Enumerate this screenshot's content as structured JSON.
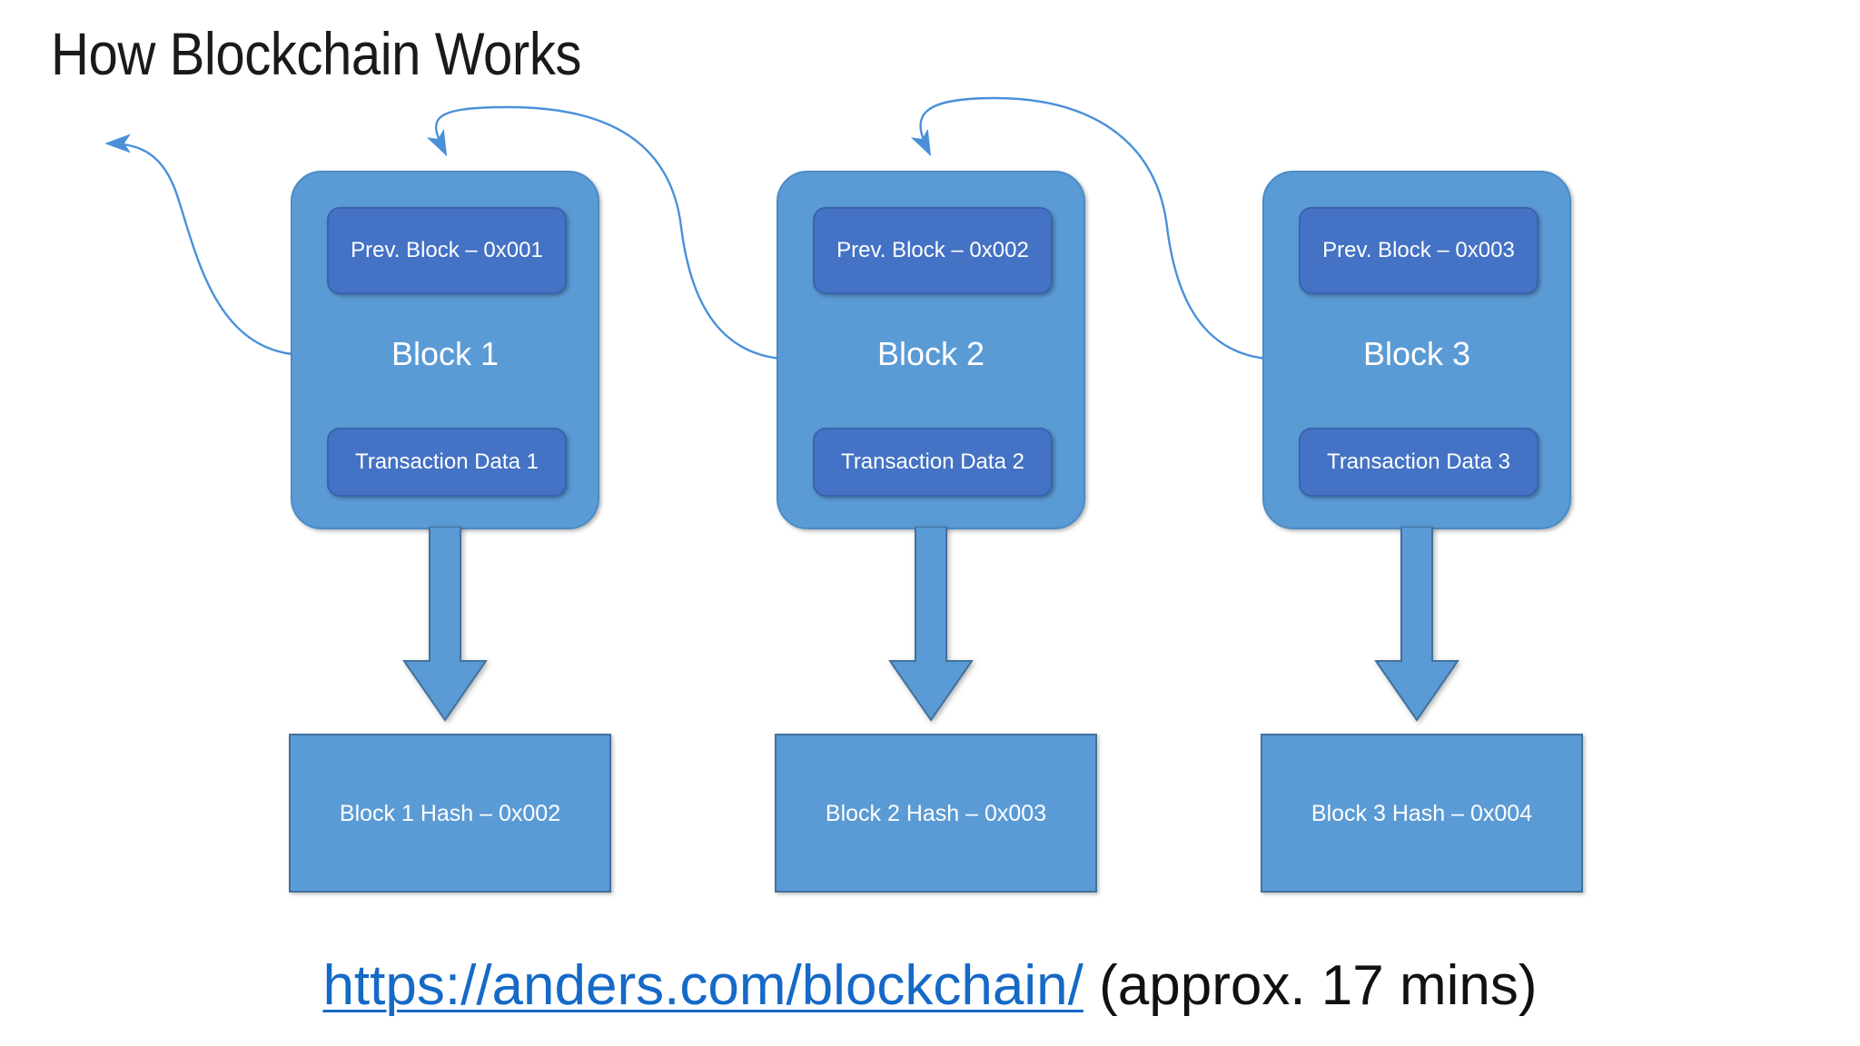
{
  "slide": {
    "title": "How Blockchain Works",
    "background_color": "#FFFFFF"
  },
  "theme": {
    "block_fill": "#5B9BD5",
    "block_border": "#4A8CC7",
    "inner_fill": "#4472C4",
    "inner_border": "#3A63AE",
    "hash_fill": "#5B9BD5",
    "hash_border": "#41719C",
    "arrow_stroke": "#4A90D9",
    "link_color": "#1569C7",
    "text_color": "#111111",
    "block_text_color": "#FFFFFF"
  },
  "blocks": [
    {
      "id": "block-1",
      "prev_label": "Prev. Block – 0x001",
      "title": "Block 1",
      "txn_label": "Transaction  Data 1",
      "hash_label": "Block 1 Hash – 0x002"
    },
    {
      "id": "block-2",
      "prev_label": "Prev. Block – 0x002",
      "title": "Block 2",
      "txn_label": "Transaction Data 2",
      "hash_label": "Block 2 Hash – 0x003"
    },
    {
      "id": "block-3",
      "prev_label": "Prev. Block – 0x003",
      "title": "Block 3",
      "txn_label": "Transaction Data 3",
      "hash_label": "Block 3 Hash – 0x004"
    }
  ],
  "arrows": {
    "chain_links": [
      {
        "name": "arrow-to-genesis",
        "from": "block-1-left",
        "to": "off-slide-left",
        "style": "curved-thin"
      },
      {
        "name": "arrow-block2-to-block1",
        "from": "block-2-left",
        "to": "block-1-top",
        "style": "curved-thin"
      },
      {
        "name": "arrow-block3-to-block2",
        "from": "block-3-left",
        "to": "block-2-top",
        "style": "curved-thin"
      }
    ],
    "hash_arrows": [
      {
        "name": "block-1-hash-arrow",
        "direction": "down"
      },
      {
        "name": "block-2-hash-arrow",
        "direction": "down"
      },
      {
        "name": "block-3-hash-arrow",
        "direction": "down"
      }
    ]
  },
  "footer": {
    "link_text": "https://anders.com/blockchain/",
    "suffix_text": " (approx. 17 mins)"
  }
}
